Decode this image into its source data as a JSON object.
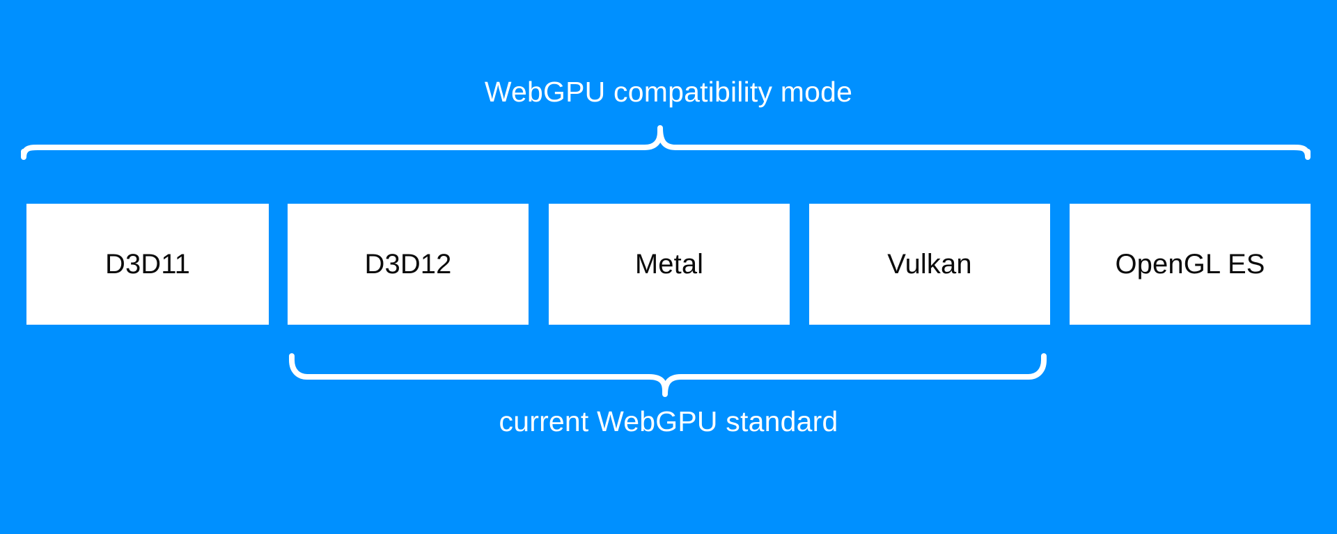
{
  "diagram": {
    "background_color": "#0090FF",
    "box_fill_color": "#FFFFFF",
    "box_text_color": "#0B0B0B",
    "label_text_color": "#FFFFFF",
    "brace_color": "#FFFFFF",
    "top_group": {
      "label": "WebGPU compatibility mode",
      "brace_direction": "up",
      "spans_boxes": [
        "D3D11",
        "D3D12",
        "Metal",
        "Vulkan",
        "OpenGL ES"
      ]
    },
    "bottom_group": {
      "label": "current WebGPU standard",
      "brace_direction": "down",
      "spans_boxes": [
        "D3D12",
        "Metal",
        "Vulkan"
      ]
    },
    "boxes": [
      {
        "label": "D3D11"
      },
      {
        "label": "D3D12"
      },
      {
        "label": "Metal"
      },
      {
        "label": "Vulkan"
      },
      {
        "label": "OpenGL ES"
      }
    ]
  }
}
